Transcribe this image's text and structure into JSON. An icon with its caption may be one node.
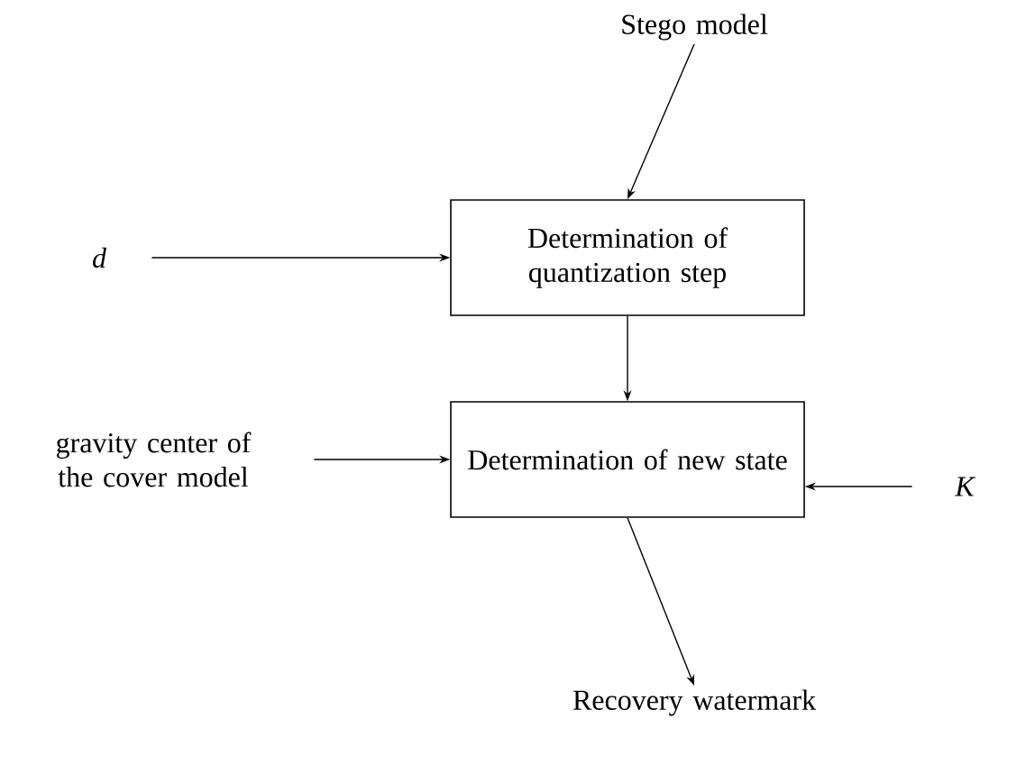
{
  "diagram": {
    "nodes": [
      {
        "text": [
          "Stego model"
        ]
      },
      {
        "text": [
          "d"
        ]
      },
      {
        "text": [
          "Determination of quantization step"
        ]
      },
      {
        "text": [
          "gravity center of the cover model"
        ]
      },
      {
        "text": [
          "Determination of new state"
        ]
      },
      {
        "text": [
          "K"
        ]
      },
      {
        "text": [
          "Recovery watermark"
        ]
      }
    ],
    "edges": [
      {
        "from": 0,
        "to": 2,
        "arrow": "to"
      },
      {
        "from": 1,
        "to": 2,
        "arrow": "to"
      },
      {
        "from": 2,
        "to": 4,
        "arrow": "to"
      },
      {
        "from": 3,
        "to": 4,
        "arrow": "to"
      },
      {
        "from": 5,
        "to": 4,
        "arrow": "to"
      },
      {
        "from": 4,
        "to": 6,
        "arrow": "to"
      }
    ]
  }
}
